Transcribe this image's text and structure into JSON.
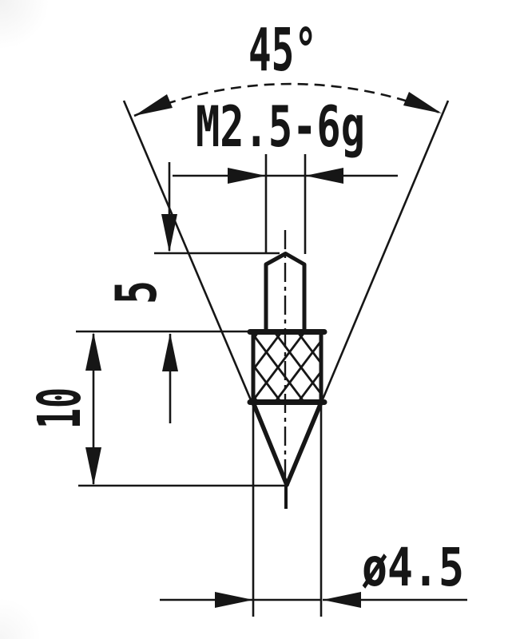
{
  "figure": {
    "background": "#ffffff",
    "ink": "#161616",
    "kind": "technical drawing of a pointed measuring contact tip"
  },
  "dimensions": {
    "cone_angle": "45°",
    "thread": "M2.5-6g",
    "thread_length": "5",
    "point_length": "10",
    "diameter": "ø4.5"
  }
}
